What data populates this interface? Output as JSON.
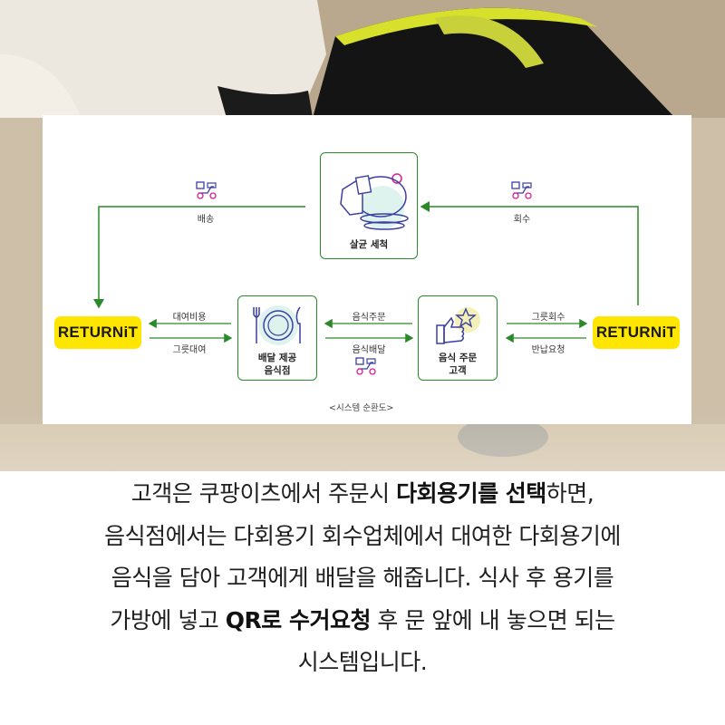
{
  "diagram": {
    "nodes": {
      "sterilize": "살균 세척",
      "restaurant_line1": "배달 제공",
      "restaurant_line2": "음식점",
      "customer_line1": "음식 주문",
      "customer_line2": "고객",
      "logo_left": "RETURNiT",
      "logo_right": "RETURNiT"
    },
    "edges": {
      "delivery": "배송",
      "collection": "회수",
      "rental_fee": "대여비용",
      "bowl_rental": "그릇대여",
      "food_order": "음식주문",
      "food_delivery": "음식배달",
      "bowl_collection": "그릇회수",
      "return_request": "반납요청"
    },
    "caption": "<시스템 순환도>",
    "colors": {
      "line": "#2a8a2a",
      "logo_bg": "#ffe600",
      "icon": "#3b3fa0"
    }
  },
  "text": {
    "l1a": "고객은 쿠팡이츠에서 주문시 ",
    "l1b": "다회용기를 선택",
    "l1c": "하면,",
    "l2": "음식점에서는 다회용기 회수업체에서 대여한 다회용기에",
    "l3": "음식을 담아 고객에게 배달을 해줍니다. 식사 후 용기를",
    "l4a": "가방에 넣고 ",
    "l4b": "QR로 수거요청",
    "l4c": " 후 문 앞에 내 놓으면 되는",
    "l5": "시스템입니다."
  }
}
